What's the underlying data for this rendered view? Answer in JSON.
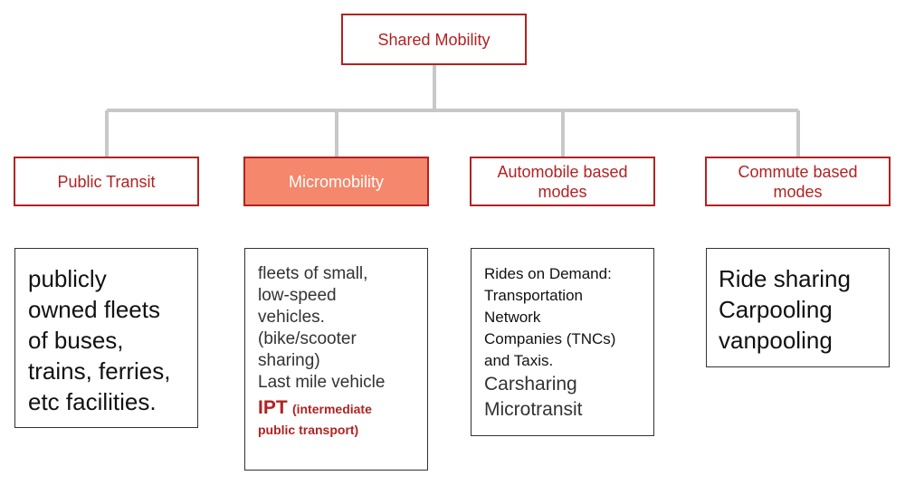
{
  "diagram": {
    "root": {
      "label": "Shared Mobility"
    },
    "categories": [
      {
        "label": "Public Transit"
      },
      {
        "label": "Micromobility"
      },
      {
        "label": "Automobile based modes"
      },
      {
        "label": "Commute based modes"
      }
    ],
    "descriptions": {
      "public_transit": [
        "publicly",
        "owned fleets",
        "of buses,",
        "trains, ferries,",
        "etc facilities."
      ],
      "micromobility": {
        "lines": [
          "fleets of small,",
          "low-speed",
          "vehicles.",
          "(bike/scooter",
          "sharing)",
          "Last mile vehicle"
        ],
        "ipt_abbrev": "IPT",
        "ipt_full_line1": "(intermediate",
        "ipt_full_line2": "public transport)"
      },
      "automobile": {
        "small_lines": [
          "Rides on Demand:",
          "Transportation",
          "Network",
          "Companies (TNCs)",
          "and Taxis."
        ],
        "large_lines": [
          "Carsharing",
          "Microtransit"
        ]
      },
      "commute": [
        "Ride sharing",
        "Carpooling",
        "vanpooling"
      ]
    }
  },
  "colors": {
    "accent": "#b22222",
    "highlight_fill": "#f4876c",
    "connector": "#c8c8c8"
  }
}
